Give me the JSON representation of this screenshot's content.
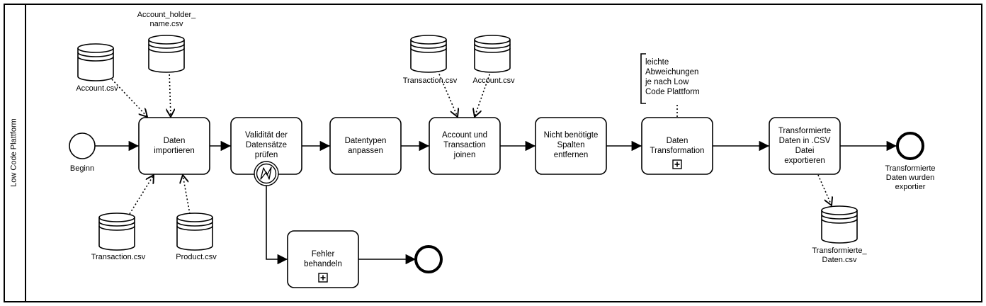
{
  "pool": {
    "label": "Low Code Plattform"
  },
  "events": {
    "start": {
      "label": "Beginn"
    },
    "end_main": {
      "label": "Transformierte\nDaten wurden\nexportier"
    },
    "end_error": {
      "label": ""
    }
  },
  "tasks": {
    "import": {
      "label": "Daten\nimportieren"
    },
    "validate": {
      "label": "Validität der\nDatensätze\nprüfen"
    },
    "types": {
      "label": "Datentypen\nanpassen"
    },
    "join": {
      "label": "Account und\nTransaction\njoinen"
    },
    "remove": {
      "label": "Nicht benötigte\nSpalten\nentfernen"
    },
    "transform": {
      "label": "Daten\nTransformation"
    },
    "export": {
      "label": "Transformierte\nDaten in .CSV\nDatei\nexportieren"
    },
    "error": {
      "label": "Fehler\nbehandeln"
    }
  },
  "data_stores": {
    "account_1": {
      "label": "Account.csv"
    },
    "holder": {
      "label": "Account_holder_\nname.csv"
    },
    "transaction_1": {
      "label": "Transaction.csv"
    },
    "product": {
      "label": "Product.csv"
    },
    "transaction_2": {
      "label": "Transaction.csv"
    },
    "account_2": {
      "label": "Account.csv"
    },
    "output": {
      "label": "Transformierte_\nDaten.csv"
    }
  },
  "annotation": {
    "text": "leichte\nAbweichungen\nje nach Low\nCode Plattform"
  },
  "icons": {
    "subprocess_marker": "plus-square-icon",
    "error_boundary": "lightning-error-icon"
  }
}
